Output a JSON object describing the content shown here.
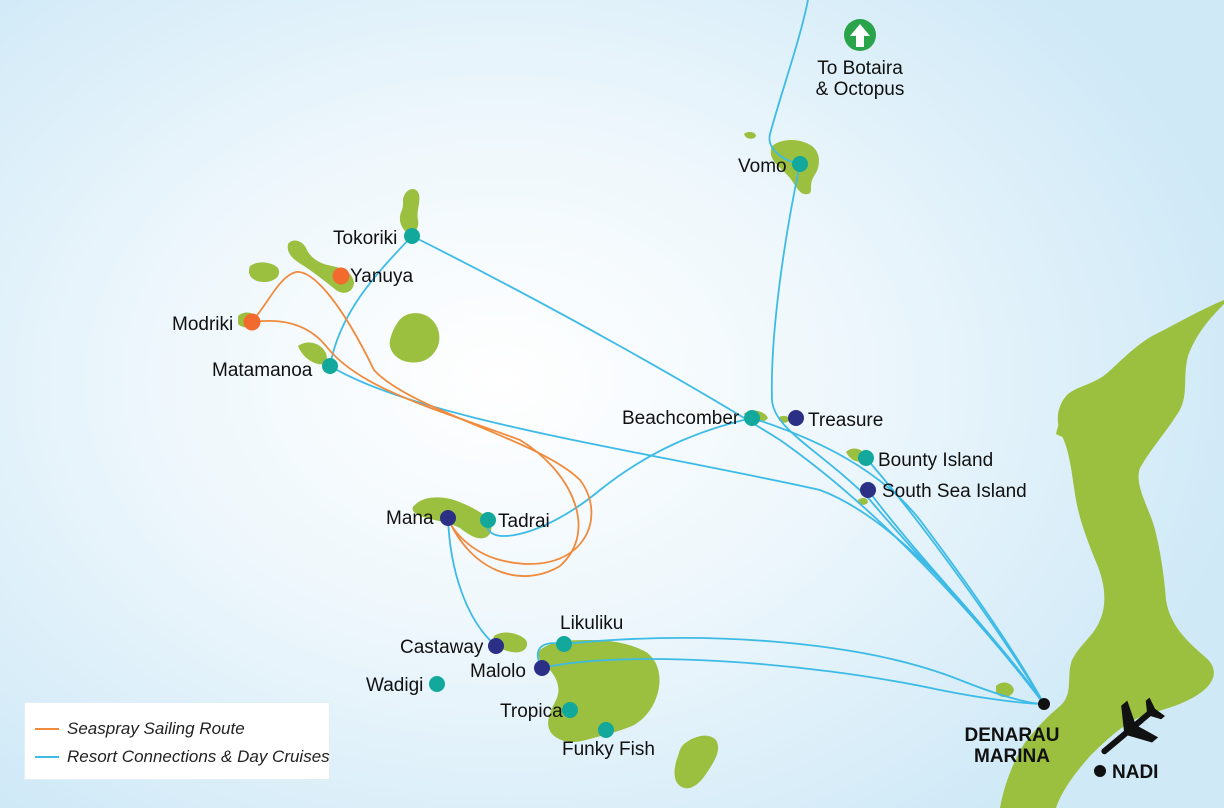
{
  "colors": {
    "land": "#9bbf3e",
    "sailing_route": "#f08a3c",
    "resort_route": "#3dbbe6",
    "resort_marker": "#12a89c",
    "island_marker": "#2b2f86",
    "sailing_marker": "#f26a2e",
    "marina_marker": "#111111",
    "north_arrow": "#2aa44a"
  },
  "north": {
    "icon": "up-arrow-icon",
    "label_line1": "To Botaira",
    "label_line2": "& Octopus"
  },
  "places": [
    {
      "id": "vomo",
      "label": "Vomo",
      "marker": "resort"
    },
    {
      "id": "tokoriki",
      "label": "Tokoriki",
      "marker": "resort"
    },
    {
      "id": "yanuya",
      "label": "Yanuya",
      "marker": "sailing"
    },
    {
      "id": "modriki",
      "label": "Modriki",
      "marker": "sailing"
    },
    {
      "id": "matamanoa",
      "label": "Matamanoa",
      "marker": "resort"
    },
    {
      "id": "beachcomber",
      "label": "Beachcomber",
      "marker": "resort"
    },
    {
      "id": "treasure",
      "label": "Treasure",
      "marker": "island"
    },
    {
      "id": "bounty",
      "label": "Bounty Island",
      "marker": "resort"
    },
    {
      "id": "southsea",
      "label": "South Sea Island",
      "marker": "island"
    },
    {
      "id": "mana",
      "label": "Mana",
      "marker": "island"
    },
    {
      "id": "tadrai",
      "label": "Tadrai",
      "marker": "resort"
    },
    {
      "id": "likuliku",
      "label": "Likuliku",
      "marker": "resort"
    },
    {
      "id": "castaway",
      "label": "Castaway",
      "marker": "island"
    },
    {
      "id": "malolo",
      "label": "Malolo",
      "marker": "island"
    },
    {
      "id": "wadigi",
      "label": "Wadigi",
      "marker": "resort"
    },
    {
      "id": "tropica",
      "label": "Tropica",
      "marker": "resort"
    },
    {
      "id": "funkyfish",
      "label": "Funky Fish",
      "marker": "resort"
    },
    {
      "id": "nadi",
      "label": "NADI",
      "marker": "marina"
    }
  ],
  "marina": {
    "label_line1": "DENARAU",
    "label_line2": "MARINA",
    "marker": "marina"
  },
  "airport": {
    "icon": "airplane-icon"
  },
  "legend": {
    "sailing": "Seaspray Sailing Route",
    "resort": "Resort Connections & Day Cruises"
  }
}
